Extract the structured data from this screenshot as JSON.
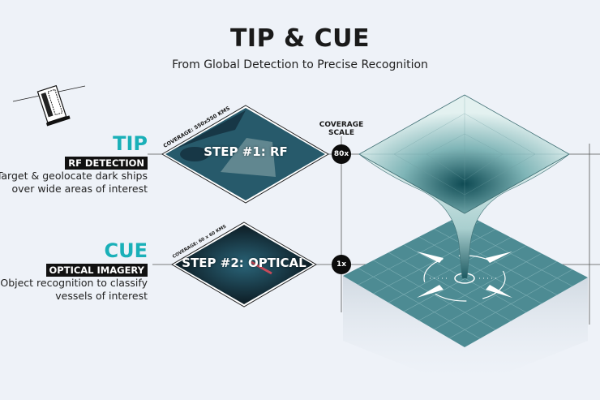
{
  "header": {
    "title": "TIP & CUE",
    "subtitle": "From Global Detection to Precise Recognition"
  },
  "tip": {
    "label": "TIP",
    "tag": "RF DETECTION",
    "description_line1": "Target & geolocate dark ships",
    "description_line2": "over wide areas of interest",
    "step_label": "STEP #1: RF",
    "coverage": "COVERAGE: 550x550 KMS",
    "scale_value": "80x"
  },
  "cue": {
    "label": "CUE",
    "tag": "OPTICAL IMAGERY",
    "description_line1": "Object recognition to classify",
    "description_line2": "vessels of interest",
    "step_label": "STEP #2: OPTICAL",
    "coverage": "COVERAGE: 60 x 60 KMS",
    "scale_value": "1x"
  },
  "scale": {
    "title_line1": "COVERAGE",
    "title_line2": "SCALE"
  },
  "colors": {
    "accent": "#1ab0b8",
    "plane": "#4d8b93",
    "dark_map": "#1d4a5c"
  }
}
